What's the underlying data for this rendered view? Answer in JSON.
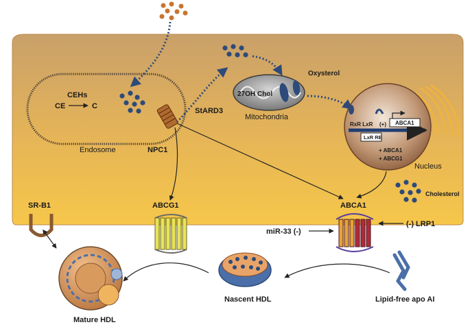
{
  "labels": {
    "cehs": "CEHs",
    "ce": "CE",
    "c": "C",
    "endosome": "Endosome",
    "npc1": "NPC1",
    "stard3": "StARD3",
    "chol_27oh": "27OH Chol",
    "mitochondria": "Mitochondria",
    "oxysterol": "Oxysterol",
    "rxr_lxr": "RxR LxR",
    "plus": "(+)",
    "abca1_gene": "ABCA1",
    "lxr_re": "LxR RE",
    "plus_abca1": "+ ABCA1",
    "plus_abcg1": "+ ABCG1",
    "nucleus": "Nucleus",
    "cholesterol": "Cholesterol",
    "srb1": "SR-B1",
    "abcg1": "ABCG1",
    "abca1": "ABCA1",
    "mir33": "miR-33 (-)",
    "lrp1": "(-) LRP1",
    "mature_hdl": "Mature HDL",
    "nascent_hdl": "Nascent HDL",
    "lipid_free_apoai": "Lipid-free apo AI"
  },
  "colors": {
    "cell_top": "#c9a06a",
    "cell_bottom": "#f6c74a",
    "sterol_dot_blue": "#2d4a7a",
    "sterol_dot_orange": "#c8742e",
    "nucleus": "#9c6f4c",
    "golgi": "#f2b33a",
    "transporter_yellow": "#e8e35a",
    "abca1_red": "#b02b3a",
    "hdl_orange": "#e8a468",
    "apoa1_blue": "#4b6fa8"
  }
}
